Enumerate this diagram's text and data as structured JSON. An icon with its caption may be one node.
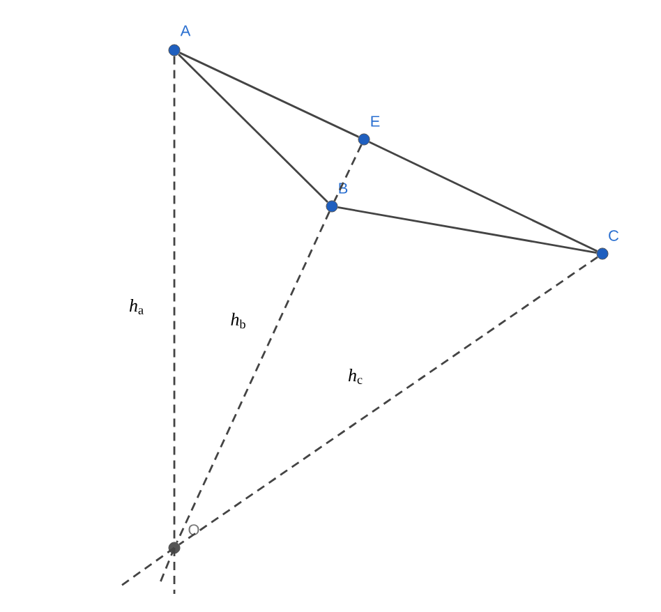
{
  "diagram": {
    "nodes": [
      {
        "text": [
          "A"
        ]
      },
      {
        "text": [
          "E"
        ]
      },
      {
        "text": [
          "B"
        ]
      },
      {
        "text": [
          "C"
        ]
      },
      {
        "text": [
          "O"
        ]
      }
    ],
    "edges": [
      {
        "from": 0,
        "to": 2,
        "arrow": "none"
      },
      {
        "from": 0,
        "to": 1,
        "arrow": "none"
      },
      {
        "from": 1,
        "to": 3,
        "arrow": "none"
      },
      {
        "from": 2,
        "to": 3,
        "arrow": "none"
      },
      {
        "from": 1,
        "to": 2,
        "arrow": "none",
        "style": "dashed"
      },
      {
        "from": 2,
        "to": 4,
        "arrow": "none",
        "style": "dashed"
      },
      {
        "from": 0,
        "to": 4,
        "arrow": "none",
        "style": "dashed"
      },
      {
        "from": 3,
        "to": 4,
        "arrow": "none",
        "style": "dashed"
      }
    ],
    "labels": [
      "*h*$_{a}$",
      "*h*$_{b}$",
      "*h*$_{c}$"
    ]
  }
}
